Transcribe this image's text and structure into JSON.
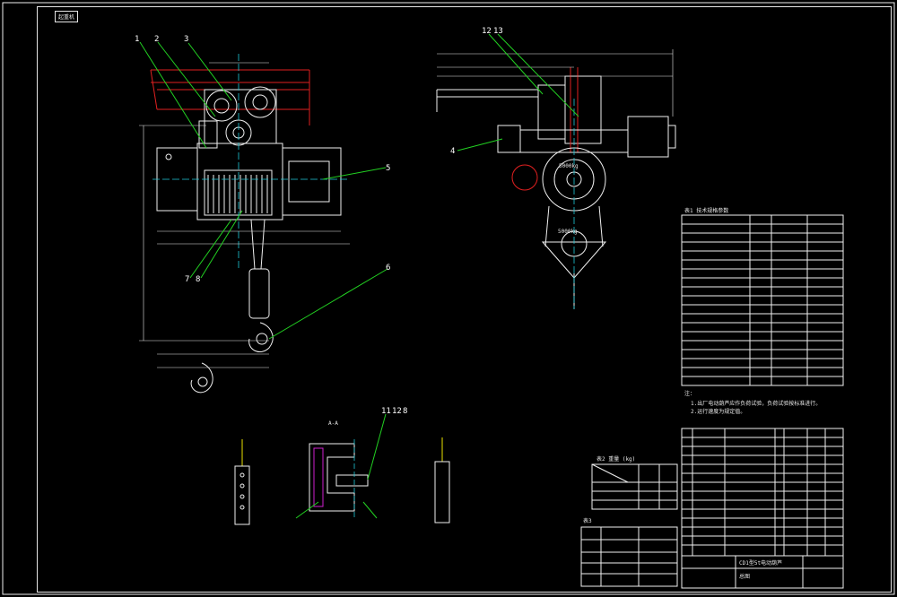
{
  "corner_tag": "起重机",
  "balloons": [
    "1",
    "2",
    "3",
    "5",
    "6",
    "7",
    "8",
    "12",
    "13",
    "4",
    "11",
    "12",
    "8"
  ],
  "hoist_label": "5000kg",
  "section_label": "A-A",
  "tables": {
    "tech_params_title": "表1 技术规格参数",
    "notes_title": "注：",
    "note_1": "1.出厂电动葫芦应作负荷试验，负荷试验按标准进行。",
    "note_2": "2.运行速度为规定值。",
    "weight_title": "表2  重量 (kg)",
    "weight_table_title": "表3",
    "title_block_name": "CD1型5t电动葫芦",
    "title_block_sub": "总图"
  }
}
